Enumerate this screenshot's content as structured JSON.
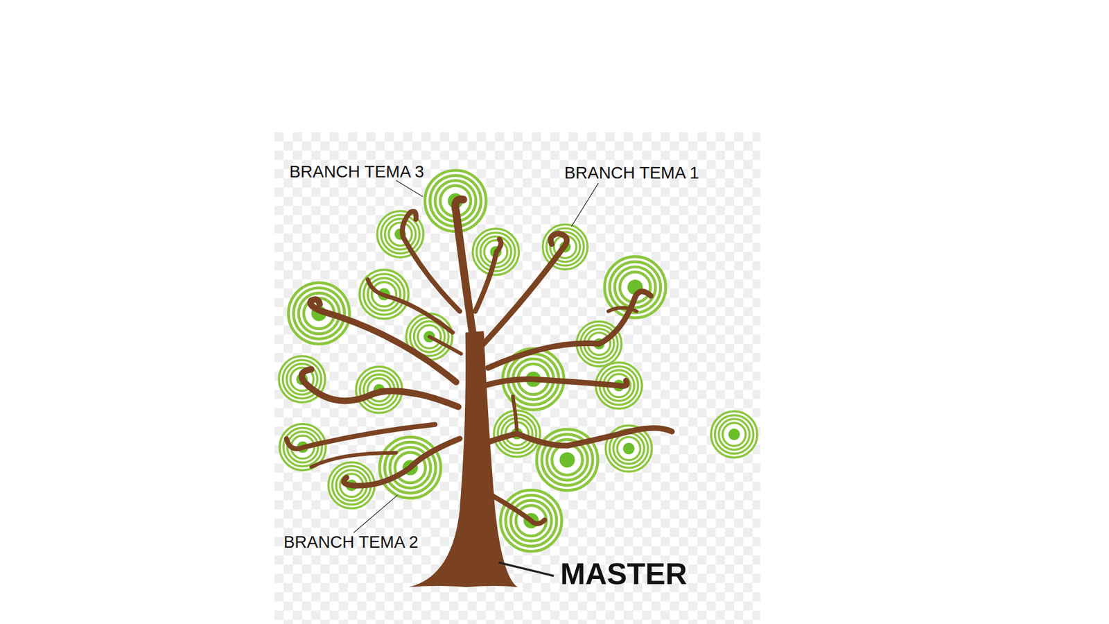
{
  "diagram": {
    "labels": [
      "BRANCH TEMA 3",
      "BRANCH TEMA 1",
      "BRANCH TEMA 2",
      "MASTER"
    ]
  }
}
